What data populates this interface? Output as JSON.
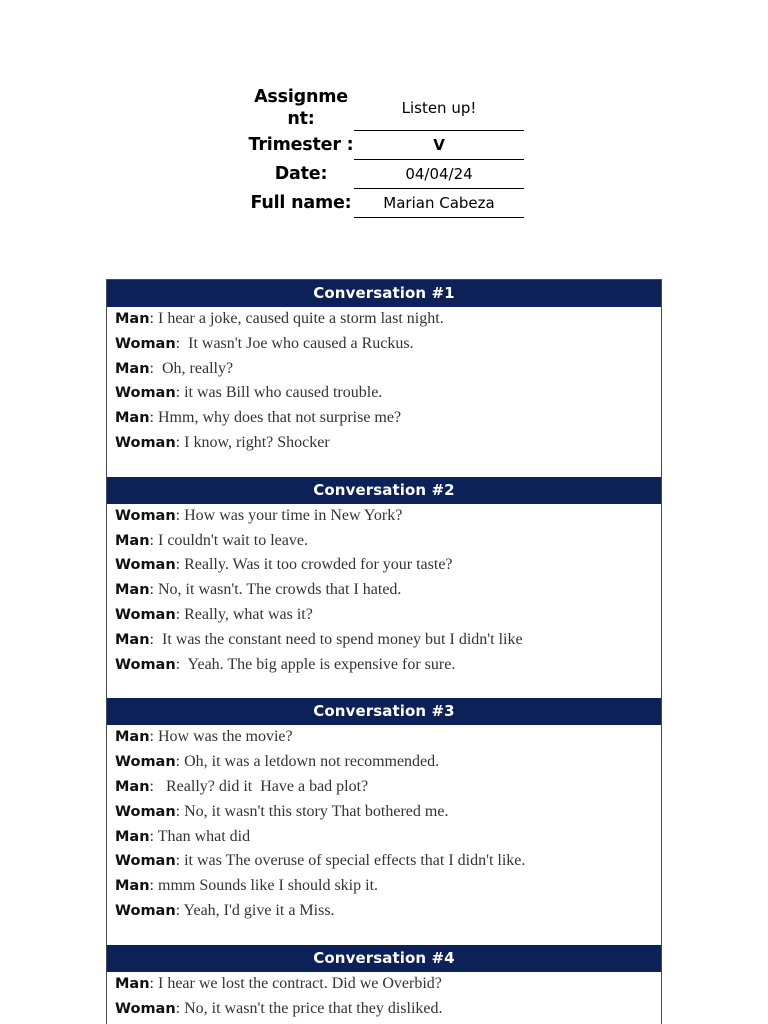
{
  "document": {
    "colors": {
      "header_bar": "#0d2159",
      "header_bar_text": "#ffffff",
      "border": "#4a4a4a",
      "page_background": "#ffffff",
      "dialogue_text": "#333333",
      "speaker_text": "#111111"
    }
  },
  "header": {
    "rows": [
      {
        "label": "Assignme nt:",
        "value": "Listen up!",
        "bold": false
      },
      {
        "label": "Trimester :",
        "value": "V",
        "bold": true
      },
      {
        "label": "Date:",
        "value": "04/04/24",
        "bold": false
      },
      {
        "label": "Full name:",
        "value": "Marian Cabeza",
        "bold": false
      }
    ]
  },
  "conversations": [
    {
      "title": "Conversation #1",
      "lines": [
        {
          "speaker": "Man",
          "separator": ": ",
          "text": "I hear a joke, caused quite a storm last night."
        },
        {
          "speaker": "Woman",
          "separator": ":  ",
          "text": "It wasn't Joe who caused a Ruckus."
        },
        {
          "speaker": "Man",
          "separator": ":  ",
          "text": "Oh, really?"
        },
        {
          "speaker": "Woman",
          "separator": ": ",
          "text": "it was Bill who caused trouble."
        },
        {
          "speaker": "Man",
          "separator": ": ",
          "text": "Hmm, why does that not surprise me?"
        },
        {
          "speaker": "Woman",
          "separator": ": ",
          "text": "I know, right? Shocker"
        }
      ]
    },
    {
      "title": "Conversation #2",
      "lines": [
        {
          "speaker": "Woman",
          "separator": ": ",
          "text": "How was your time in New York?"
        },
        {
          "speaker": "Man",
          "separator": ": ",
          "text": "I couldn't wait to leave."
        },
        {
          "speaker": "Woman",
          "separator": ": ",
          "text": "Really. Was it too crowded for your taste?"
        },
        {
          "speaker": "Man",
          "separator": ": ",
          "text": "No, it wasn't. The crowds that I hated."
        },
        {
          "speaker": "Woman",
          "separator": ": ",
          "text": "Really, what was it?"
        },
        {
          "speaker": "Man",
          "separator": ":  ",
          "text": "It was the constant need to spend money but I didn't like"
        },
        {
          "speaker": "Woman",
          "separator": ":  ",
          "text": "Yeah. The big apple is expensive for sure."
        }
      ]
    },
    {
      "title": "Conversation #3",
      "lines": [
        {
          "speaker": "Man",
          "separator": ": ",
          "text": "How was the movie?"
        },
        {
          "speaker": "Woman",
          "separator": ": ",
          "text": "Oh, it was a letdown not recommended."
        },
        {
          "speaker": "Man",
          "separator": ":   ",
          "text": "Really? did it  Have a bad plot?"
        },
        {
          "speaker": "Woman",
          "separator": ": ",
          "text": "No, it wasn't this story That bothered me."
        },
        {
          "speaker": "Man",
          "separator": ": ",
          "text": "Than what did"
        },
        {
          "speaker": "Woman",
          "separator": ": ",
          "text": "it was The overuse of special effects that I didn't like."
        },
        {
          "speaker": "Man",
          "separator": ": ",
          "text": "mmm Sounds like I should skip it."
        },
        {
          "speaker": "Woman",
          "separator": ": ",
          "text": "Yeah, I'd give it a Miss."
        }
      ]
    },
    {
      "title": "Conversation #4",
      "lines": [
        {
          "speaker": "Man",
          "separator": ": ",
          "text": "I hear we lost the contract. Did we Overbid?"
        },
        {
          "speaker": "Woman",
          "separator": ": ",
          "text": "No, it wasn't the price that they disliked."
        }
      ]
    }
  ]
}
